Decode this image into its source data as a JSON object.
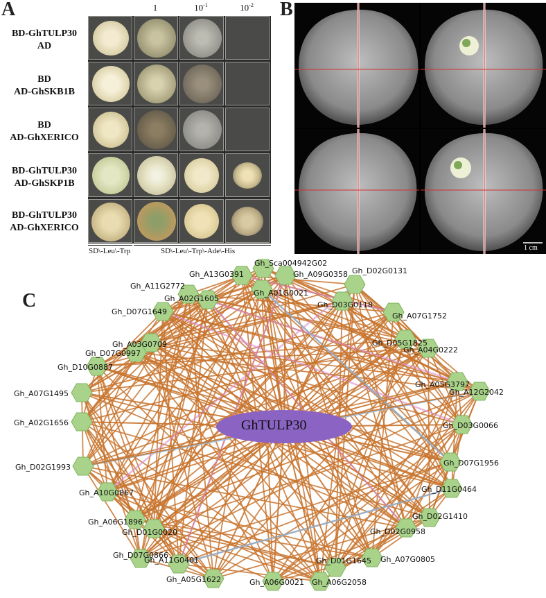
{
  "panel_a": {
    "letter": "A",
    "column_headers": [
      "1",
      "10",
      "10"
    ],
    "column_header_sup": [
      "",
      "-1",
      "-2"
    ],
    "rows": [
      {
        "line1": "BD-GhTULP30",
        "line2": "AD"
      },
      {
        "line1": "BD",
        "line2": "AD-GhSKB1B"
      },
      {
        "line1": "BD",
        "line2": "AD-GhXERICO"
      },
      {
        "line1": "BD-GhTULP30",
        "line2": "AD-GhSKP1B"
      },
      {
        "line1": "BD-GhTULP30",
        "line2": "AD-GhXERICO"
      }
    ],
    "footer_left": "SD\\-Leu\\-Trp",
    "footer_right": "SD\\-Leu\\-Trp\\-Ade\\-His"
  },
  "panel_b": {
    "letter": "B",
    "scale_bar": "1 cm"
  },
  "panel_c": {
    "letter": "C",
    "center": "GhTULP30",
    "nodes": [
      {
        "label": "Gh_Sca004942G02"
      },
      {
        "label": "Gh_A13G0391"
      },
      {
        "label": "Gh_A09G0358"
      },
      {
        "label": "Gh_D02G0131"
      },
      {
        "label": "Gh_A11G2772"
      },
      {
        "label": "Gh_A01G0021"
      },
      {
        "label": "Gh_A02G1605"
      },
      {
        "label": "Gh_D03G0118"
      },
      {
        "label": "Gh_A07G1752"
      },
      {
        "label": "Gh_D07G1649"
      },
      {
        "label": "Gh_D05G1825"
      },
      {
        "label": "Gh_A03G0709"
      },
      {
        "label": "Gh_A04G0222"
      },
      {
        "label": "Gh_D07G0997"
      },
      {
        "label": "Gh_D10G0887"
      },
      {
        "label": "Gh_A05G3797"
      },
      {
        "label": "Gh_A07G1495"
      },
      {
        "label": "Gh_A12G2042"
      },
      {
        "label": "Gh_A02G1656"
      },
      {
        "label": "Gh_D03G0066"
      },
      {
        "label": "Gh_D02G1993"
      },
      {
        "label": "Gh_D07G1956"
      },
      {
        "label": "Gh_A10G0867"
      },
      {
        "label": "Gh_D11G0464"
      },
      {
        "label": "Gh_A06G1896"
      },
      {
        "label": "Gh_D02G1410"
      },
      {
        "label": "Gh_D01G0020"
      },
      {
        "label": "Gh_D02G0958"
      },
      {
        "label": "Gh_D07G0866"
      },
      {
        "label": "Gh_A07G0805"
      },
      {
        "label": "Gh_A11G0401"
      },
      {
        "label": "Gh_D01G1645"
      },
      {
        "label": "Gh_A05G1622"
      },
      {
        "label": "Gh_A06G0021"
      },
      {
        "label": "Gh_A06G2058"
      }
    ],
    "colors": {
      "node_fill": "#a9d38a",
      "node_stroke": "#7fb35f",
      "edge_main": "#c8742e",
      "edge_pink": "#d98ac9",
      "edge_blue": "#8fb7dd",
      "center_fill": "#8a63c3"
    }
  }
}
